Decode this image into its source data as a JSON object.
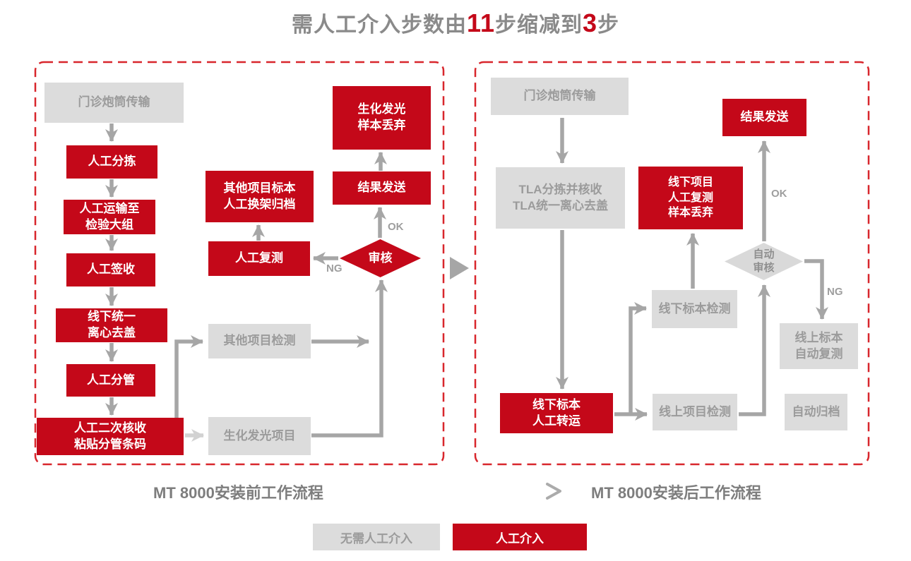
{
  "title": {
    "part1": "需人工介入步数由",
    "highlight1": "11",
    "part2": "步缩减到",
    "highlight2": "3",
    "part3": "步"
  },
  "left_flow": {
    "transport": "门诊炮筒传输",
    "manual_sort": "人工分拣",
    "manual_carry": "人工运输至\n检验大组",
    "manual_sign": "人工签收",
    "offline_centrifuge": "线下统一\n离心去盖",
    "manual_split": "人工分管",
    "manual_recheck": "人工二次核收\n粘贴分管条码",
    "other_test": "其他项目检测",
    "biochem_items": "生化发光项目",
    "other_archive": "其他项目标本\n人工换架归档",
    "manual_retest": "人工复测",
    "audit": "审核",
    "send_result": "结果发送",
    "discard": "生化发光\n样本丢弃",
    "ok": "OK",
    "ng": "NG"
  },
  "right_flow": {
    "transport": "门诊炮筒传输",
    "tla": "TLA分拣并核收\nTLA统一离心去盖",
    "offline_transfer": "线下标本\n人工转运",
    "offline_test": "线下标本检测",
    "online_test": "线上项目检测",
    "auto_audit": "自动\n审核",
    "offline_retest_discard": "线下项目\n人工复测\n样本丢弃",
    "send_result": "结果发送",
    "online_auto_retest": "线上标本\n自动复测",
    "auto_archive": "自动归档",
    "ok": "OK",
    "ng": "NG"
  },
  "captions": {
    "before": "MT 8000安装前工作流程",
    "after": "MT 8000安装后工作流程"
  },
  "legend": {
    "no_manual": "无需人工介入",
    "manual": "人工介入"
  },
  "colors": {
    "manual_red": "#c40819",
    "auto_gray": "#dcdcdc",
    "gray_text": "#9b9b9b",
    "arrow_gray": "#a6a6a6",
    "dash_border_red": "#d8262c"
  }
}
